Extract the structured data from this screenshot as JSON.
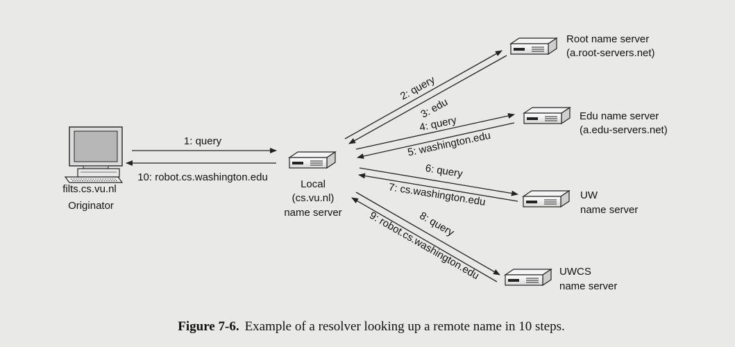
{
  "originator": {
    "host": "filts.cs.vu.nl",
    "role": "Originator"
  },
  "local_server": {
    "line1": "Local",
    "line2": "(cs.vu.nl)",
    "line3": "name server"
  },
  "servers": {
    "root": {
      "line1": "Root name server",
      "line2": "(a.root-servers.net)"
    },
    "edu": {
      "line1": "Edu name server",
      "line2": "(a.edu-servers.net)"
    },
    "uw": {
      "line1": "UW",
      "line2": "name server"
    },
    "uwcs": {
      "line1": "UWCS",
      "line2": "name server"
    }
  },
  "steps": {
    "s1": "1: query",
    "s2": "2: query",
    "s3": "3: edu",
    "s4": "4: query",
    "s5": "5: washington.edu",
    "s6": "6: query",
    "s7": "7: cs.washington.edu",
    "s8": "8: query",
    "s9": "9: robot.cs.washington.edu",
    "s10": "10: robot.cs.washington.edu"
  },
  "caption": {
    "number": "Figure 7-6.",
    "text": "Example of a resolver looking up a remote name in 10 steps."
  }
}
